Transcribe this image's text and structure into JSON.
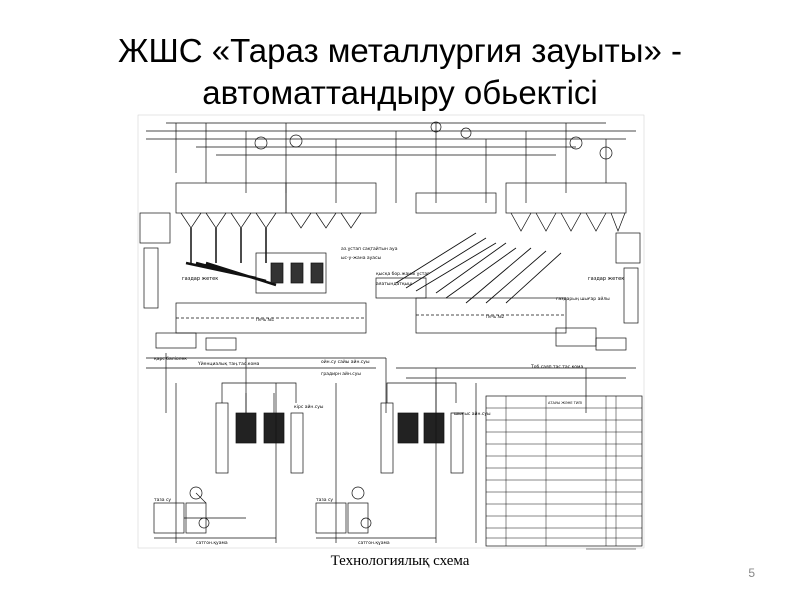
{
  "slide": {
    "title_line1": "ЖШС «Тараз металлургия зауыты» -",
    "title_line2": "автоматтандыру обьектісі",
    "caption": "Технологиялық схема",
    "page_number": "5"
  },
  "schema": {
    "labels": {
      "gas_left": "газдар жетек",
      "gas_right": "газдар жетек",
      "air_supply": "аз.ұстап сақтайтын ауа",
      "air_supply2": "ыс-у-жана ауасы",
      "middle_a": "қысқа бор.жанаi ұстаг",
      "middle_b": "аяатындатқыш",
      "right_gas": "газдарың шығар айлы",
      "left_bottom": "қарс баліолек",
      "left_bottom2": "Үйенциалық таң.тас.кома",
      "cool_water": "ойн.су сайы айн.суы",
      "return_water": "градирн айн.суы",
      "right_bottom": "Тоб.саяп.тас.тас.кома",
      "mid_water_left": "кірс айн.суы",
      "mid_water_right": "шығыс айн.суы",
      "tank_left": "таза су",
      "tank_right": "таза су",
      "pump_left": "сатгон.қуама",
      "pump_right": "сатгон.құама",
      "table_head": "АТАУЫ ЖӘНЕ ТИПІ"
    }
  }
}
